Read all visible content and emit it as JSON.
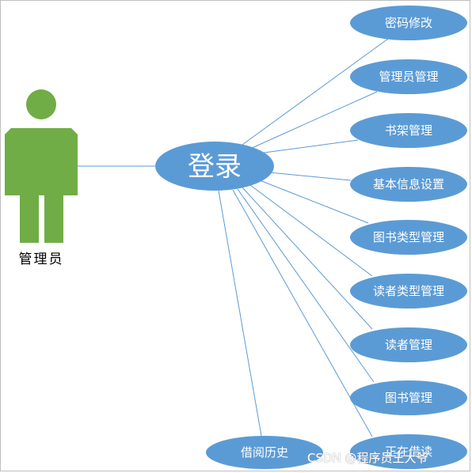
{
  "actor": {
    "name": "管理员",
    "color": "#70ad47"
  },
  "login": {
    "label": "登录"
  },
  "use_cases": [
    {
      "label": "密码修改"
    },
    {
      "label": "管理员管理"
    },
    {
      "label": "书架管理"
    },
    {
      "label": "基本信息设置"
    },
    {
      "label": "图书类型管理"
    },
    {
      "label": "读者类型管理"
    },
    {
      "label": "读者管理"
    },
    {
      "label": "图书管理"
    },
    {
      "label": "正在借读"
    },
    {
      "label": "借阅历史"
    }
  ],
  "watermark": "CSDN @程序员王大爷",
  "colors": {
    "ellipse_fill": "#5b9bd5",
    "connector": "#5b9bd5"
  }
}
